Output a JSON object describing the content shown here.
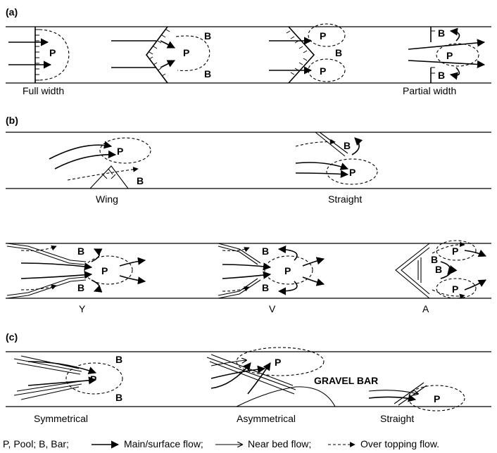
{
  "figure": {
    "panel_a": {
      "tag": "(a)",
      "full_width_caption": "Full width",
      "partial_width_caption": "Partial width"
    },
    "panel_b": {
      "tag": "(b)",
      "wing_caption": "Wing",
      "straight_caption": "Straight",
      "y_caption": "Y",
      "v_caption": "V",
      "a_caption": "A"
    },
    "panel_c": {
      "tag": "(c)",
      "symmetrical_caption": "Symmetrical",
      "asymmetrical_caption": "Asymmetrical",
      "straight_caption": "Straight",
      "gravel_bar_label": "GRAVEL BAR"
    },
    "labels": {
      "pool": "P",
      "bar": "B"
    },
    "legend": {
      "key": "P, Pool; B, Bar;",
      "main_flow": "Main/surface flow;",
      "near_bed_flow": "Near bed flow;",
      "over_topping_flow": "Over topping flow."
    }
  }
}
